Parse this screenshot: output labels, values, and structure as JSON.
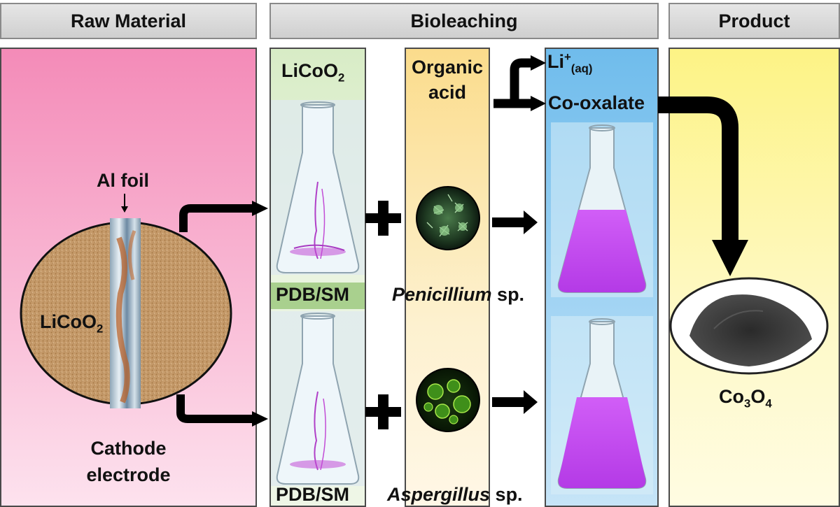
{
  "headers": {
    "raw_material": "Raw Material",
    "bioleaching": "Bioleaching",
    "product": "Product"
  },
  "raw": {
    "al_foil": "Al foil",
    "licoo2_base": "LiCoO",
    "licoo2_sub": "2",
    "cathode_line1": "Cathode",
    "cathode_line2": "electrode"
  },
  "bioleach": {
    "licoo2_base": "LiCoO",
    "licoo2_sub": "2",
    "medium_top": "PDB/SM",
    "medium_bottom": "PDB/SM",
    "acid_line1": "Organic",
    "acid_line2": "acid",
    "fungus1_genus": "Penicillium",
    "fungus1_suffix": " sp.",
    "fungus2_genus": "Aspergillus",
    "fungus2_suffix": " sp.",
    "li_base": "Li",
    "li_sup": "+",
    "li_sub": "(aq)",
    "co_oxalate": "Co-oxalate"
  },
  "product": {
    "co3o4_a": "Co",
    "co3o4_b": "3",
    "co3o4_c": "O",
    "co3o4_d": "4"
  },
  "colors": {
    "raw_panel_top": "#f48bb8",
    "raw_panel_bottom": "#fde2ee",
    "green_panel": "#d8ecc6",
    "acid_panel": "#fbe3a8",
    "blue_panel": "#7cc3ee",
    "product_panel": "#fdf6a0",
    "pdb_label_bg": "#a9d08e",
    "arrow": "#000000",
    "leachate": "#c44cf0"
  }
}
